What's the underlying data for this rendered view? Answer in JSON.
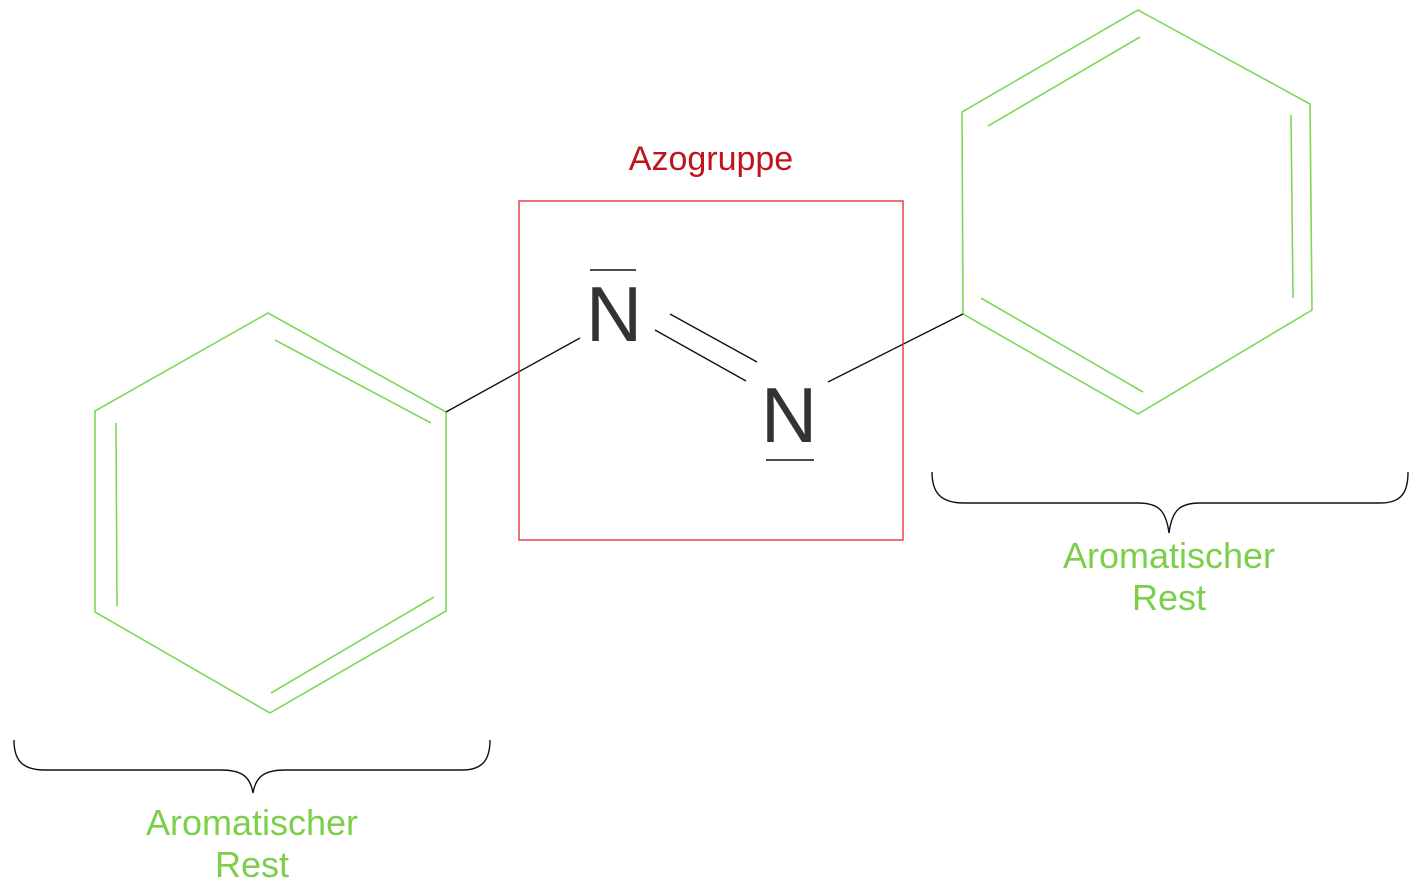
{
  "azo_group": {
    "label": "Azogruppe",
    "box_color": "#e8333a",
    "label_color": "#c0141c",
    "atoms": [
      {
        "symbol": "N",
        "lone_pair": "top"
      },
      {
        "symbol": "N",
        "lone_pair": "bottom"
      }
    ]
  },
  "aromatic_residue_left": {
    "line1": "Aromatischer",
    "line2": "Rest"
  },
  "aromatic_residue_right": {
    "line1": "Aromatischer",
    "line2": "Rest"
  },
  "colors": {
    "ring": "#7ed957",
    "residue_text": "#7ccf4a",
    "bond": "#111111",
    "brace": "#111111",
    "atom": "#333333"
  }
}
